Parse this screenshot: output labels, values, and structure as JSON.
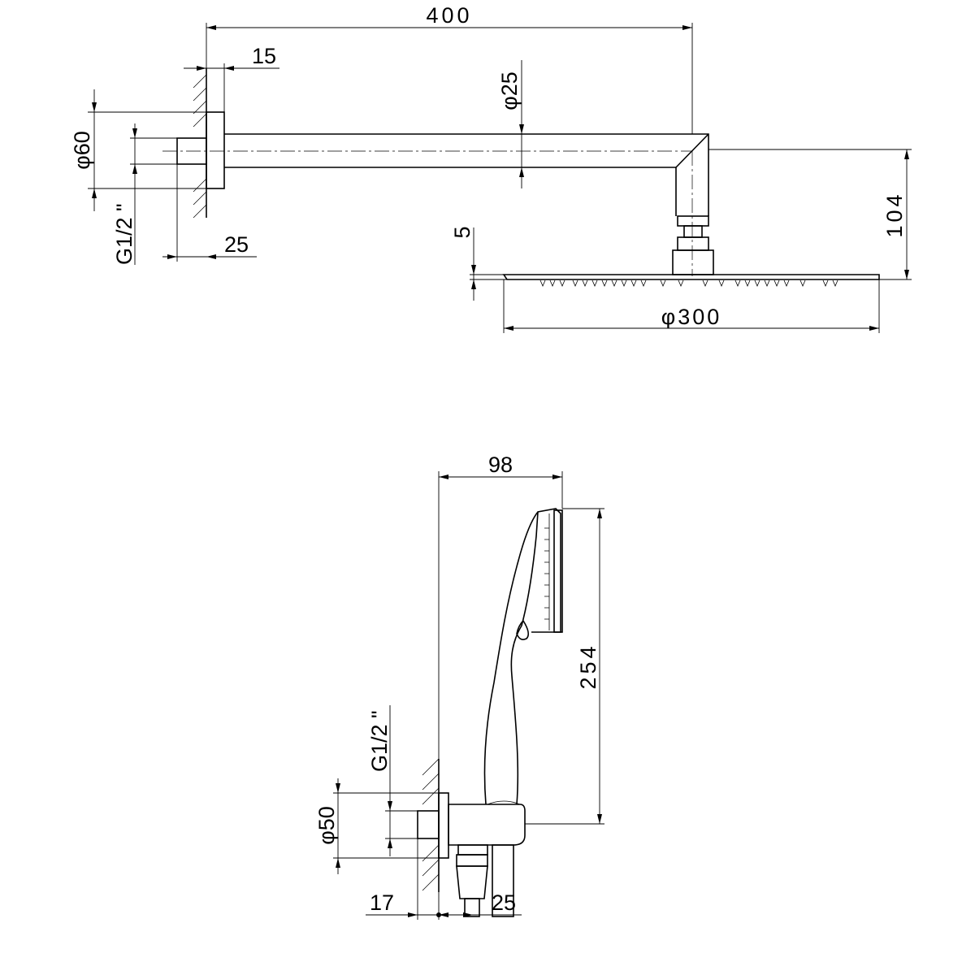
{
  "overhead_shower": {
    "arm_length": "400",
    "flange_thickness": "15",
    "flange_diameter": "φ60",
    "thread": "G1/2 \"",
    "thread_length": "25",
    "arm_diameter": "φ25",
    "drop_height": "104",
    "head_thickness": "5",
    "head_diameter": "φ300"
  },
  "hand_shower": {
    "width": "98",
    "height": "254",
    "thread": "G1/2 \"",
    "outlet_diameter": "φ50",
    "outlet_depth": "17",
    "hose_offset": "25"
  }
}
